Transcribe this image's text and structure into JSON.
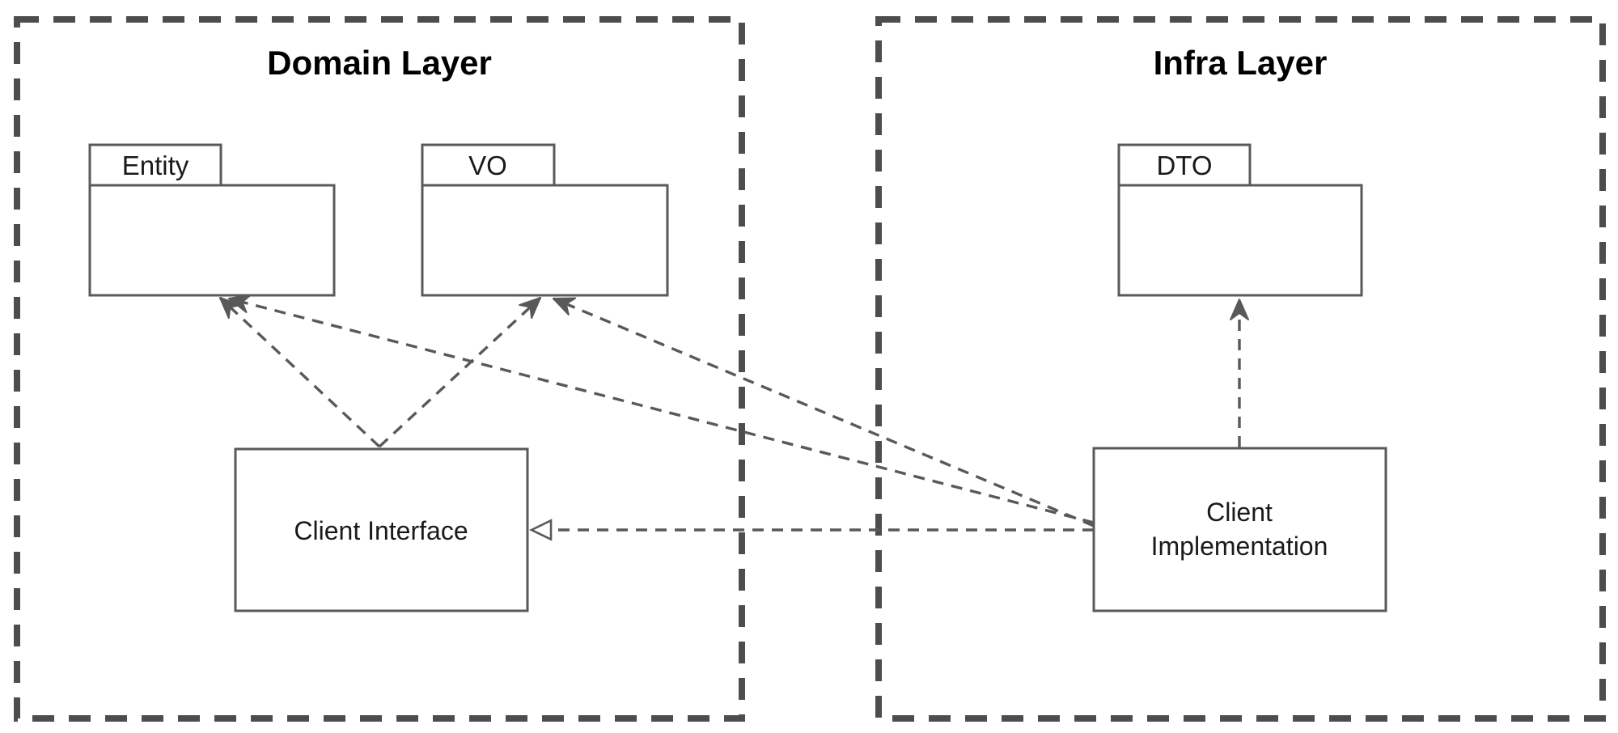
{
  "diagram": {
    "type": "uml-package-dependency",
    "layers": [
      {
        "id": "domain",
        "title": "Domain Layer",
        "packages": [
          {
            "label": "Entity"
          },
          {
            "label": "VO"
          }
        ],
        "boxes": [
          {
            "label": "Client Interface"
          }
        ]
      },
      {
        "id": "infra",
        "title": "Infra Layer",
        "packages": [
          {
            "label": "DTO"
          }
        ],
        "boxes": [
          {
            "label": "Client Implementation",
            "lines": [
              "Client",
              "Implementation"
            ]
          }
        ]
      }
    ],
    "relations": [
      {
        "from": "Client Interface",
        "to": "Entity",
        "style": "dashed-dependency-arrow"
      },
      {
        "from": "Client Interface",
        "to": "VO",
        "style": "dashed-dependency-arrow"
      },
      {
        "from": "Client Implementation",
        "to": "Entity",
        "style": "dashed-dependency-arrow"
      },
      {
        "from": "Client Implementation",
        "to": "VO",
        "style": "dashed-dependency-arrow"
      },
      {
        "from": "Client Implementation",
        "to": "DTO",
        "style": "dashed-dependency-arrow"
      },
      {
        "from": "Client Implementation",
        "to": "Client Interface",
        "style": "dashed-realization-hollow-triangle"
      }
    ],
    "theme": {
      "background": "#ffffff",
      "boundary-stroke": "#4d4d4d",
      "shape-stroke": "#595959",
      "arrow-stroke": "#595959",
      "text-color": "#1a1a1a",
      "title-color": "#000000"
    }
  }
}
